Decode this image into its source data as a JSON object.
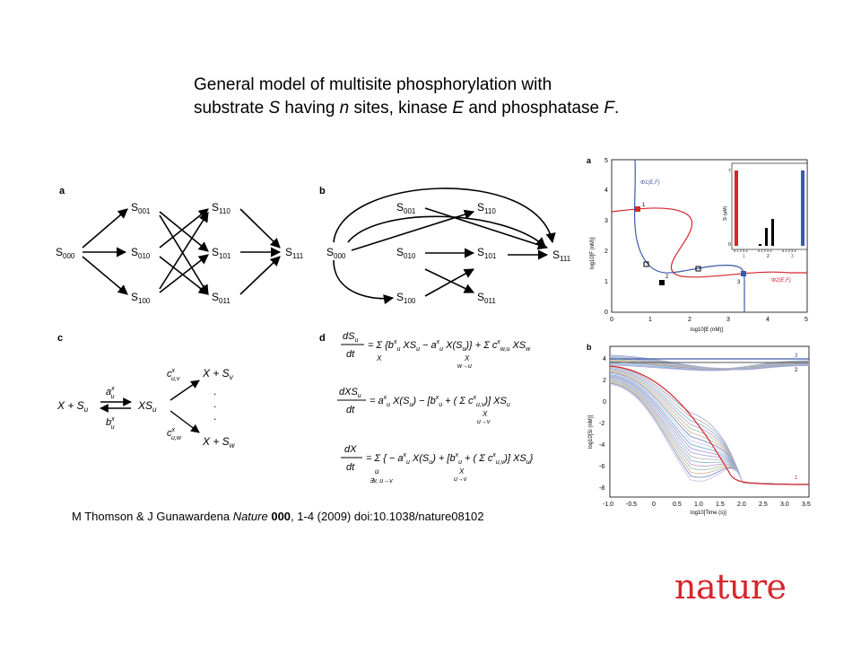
{
  "title": {
    "line1": "General model of multisite phosphorylation with",
    "line2_pre": "substrate ",
    "line2_S": "S",
    "line2_mid1": " having ",
    "line2_n": "n",
    "line2_mid2": " sites, kinase ",
    "line2_E": "E",
    "line2_mid3": " and phosphatase ",
    "line2_F": "F",
    "line2_end": "."
  },
  "caption": {
    "authors": "M Thomson & J Gunawardena ",
    "journal": "Nature",
    "volume": "000",
    "rest": ", 1-4 (2009) doi:10.1038/nature08102"
  },
  "logo": "nature",
  "panel_labels": {
    "a": "a",
    "b": "b",
    "c": "c",
    "d": "d"
  },
  "diagram_a": {
    "s000": "S",
    "s000_sub": "000",
    "s001": "S",
    "s001_sub": "001",
    "s010": "S",
    "s010_sub": "010",
    "s100": "S",
    "s100_sub": "100",
    "s110": "S",
    "s110_sub": "110",
    "s101": "S",
    "s101_sub": "101",
    "s011": "S",
    "s011_sub": "011",
    "s111": "S",
    "s111_sub": "111"
  },
  "plot_a": {
    "label": "a",
    "xlabel": "log10[E (nM)]",
    "ylabel": "log10[F (nM)]",
    "xticks": [
      "0",
      "1",
      "2",
      "3",
      "4",
      "5"
    ],
    "yticks": [
      "0",
      "1",
      "2",
      "3",
      "4",
      "5"
    ],
    "phi1": "Φ1(E,F)",
    "phi2": "Φ2(E,F)",
    "points": [
      "1",
      "2",
      "3"
    ],
    "inset_ylabel": "Si (μM)",
    "inset_yticks": [
      "0",
      "7"
    ],
    "inset_groups": [
      "1",
      "2",
      "3"
    ],
    "inset_xticks": "0 1 2 3 4"
  },
  "plot_b": {
    "label": "b",
    "xlabel": "log10[Time (s)]",
    "ylabel": "log10[Si (nM)]",
    "xticks": [
      "-1.0",
      "-0.5",
      "0",
      "0.5",
      "1.0",
      "1.5",
      "2.0",
      "2.5",
      "3.0",
      "3.5"
    ],
    "yticks": [
      "4",
      "2",
      "0",
      "-2",
      "-4",
      "-6",
      "-8"
    ],
    "curve_labels": [
      "3",
      "2",
      "1"
    ]
  },
  "colors": {
    "red": "#d6262b",
    "blue": "#3d5aa8",
    "text": "#000000"
  }
}
